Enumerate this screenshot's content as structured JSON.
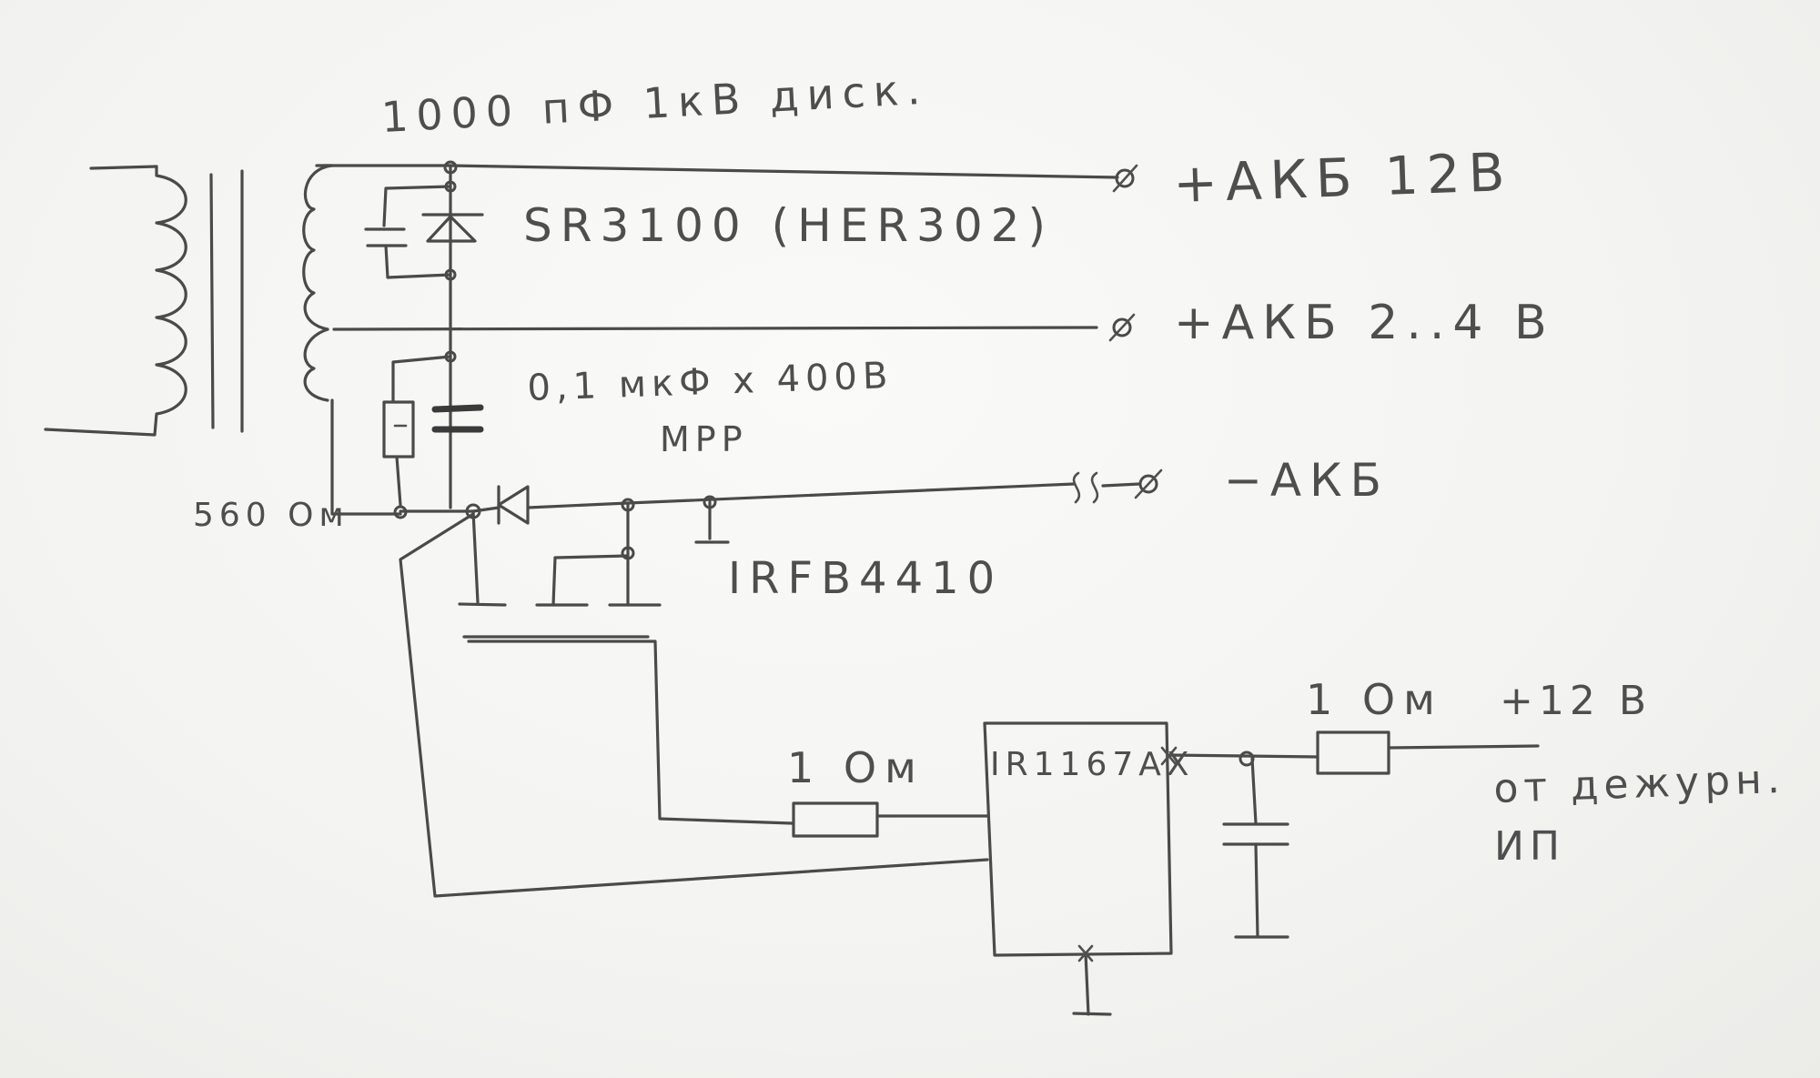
{
  "labels": {
    "cap_disc": "1000 пФ 1кВ диск.",
    "diode_main": "SR3100 (HER302)",
    "batt_12v": "+АКБ 12В",
    "batt_24v": "+АКБ 2..4 В",
    "cap_film": "0,1 мкФ х 400В",
    "cap_type": "MPP",
    "resistor_560": "560 Ом",
    "batt_neg": "−АКБ",
    "mosfet": "IRFB4410",
    "ic": "IR1167AX",
    "res_gate": "1 Ом",
    "res_supply": "1 Ом",
    "supply_v": "+12 В",
    "supply_src_1": "от дежурн.",
    "supply_src_2": "ИП"
  },
  "colors": {
    "ink": "#4a4a4a",
    "paper": "#f4f4f2"
  }
}
